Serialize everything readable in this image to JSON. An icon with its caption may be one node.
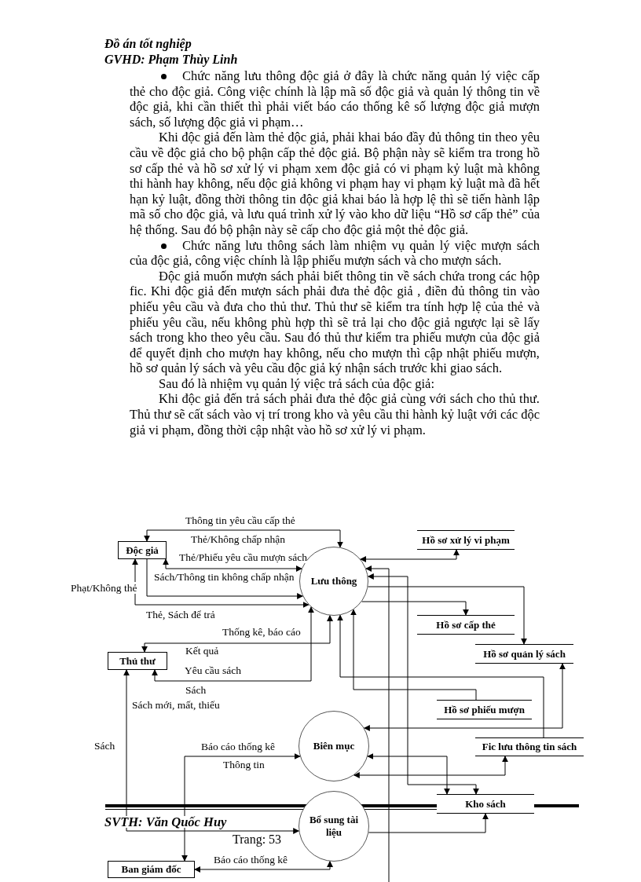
{
  "diagram": {
    "nodes": [
      {
        "text": [
          "Độc giả"
        ]
      },
      {
        "text": [
          "Lưu thông"
        ]
      },
      {
        "text": [
          "Hồ sơ xử lý vi phạm"
        ]
      },
      {
        "text": [
          "Hồ sơ cấp thẻ"
        ]
      },
      {
        "text": [
          "Hồ sơ quản lý sách"
        ]
      },
      {
        "text": [
          "Thủ thư"
        ]
      },
      {
        "text": [
          "Hồ sơ phiếu mượn"
        ]
      },
      {
        "text": [
          "Biên mục"
        ]
      },
      {
        "text": [
          "Fic lưu thông tin sách"
        ]
      },
      {
        "text": [
          "Kho sách"
        ]
      },
      {
        "text": [
          "Bổ sung tài liệu"
        ]
      },
      {
        "text": [
          "Ban giám đốc"
        ]
      }
    ],
    "edges": [
      {
        "from": 0,
        "to": 1,
        "arrow": "both",
        "label": "Thông tin yêu cầu cấp thẻ"
      },
      {
        "from": 0,
        "to": 1,
        "arrow": "both",
        "label": "Thẻ/Phiếu yêu cầu mượn sách"
      },
      {
        "from": 0,
        "to": 1,
        "arrow": "to"
      },
      {
        "from": 0,
        "to": 1,
        "arrow": "both",
        "label": "Phạt/Không thẻ"
      },
      {
        "from": 5,
        "to": 1,
        "arrow": "both",
        "label": "Yêu cầu sách"
      },
      {
        "from": 1,
        "to": 5,
        "arrow": "both",
        "label": "Thống kê, báo cáo"
      },
      {
        "from": 1,
        "to": 2,
        "arrow": "both"
      },
      {
        "from": null,
        "to": 1,
        "arrow": "to"
      },
      {
        "from": 9,
        "to": 1,
        "arrow": "both"
      },
      {
        "from": 1,
        "to": 4,
        "arrow": "to"
      },
      {
        "from": 1,
        "to": 3,
        "arrow": "to"
      },
      {
        "from": 6,
        "to": 1,
        "arrow": "to"
      },
      {
        "from": 8,
        "to": 1,
        "arrow": "to"
      },
      {
        "from": 4,
        "to": 7,
        "arrow": "both"
      },
      {
        "from": 9,
        "to": 7,
        "arrow": "both"
      },
      {
        "from": 8,
        "to": 7,
        "arrow": "both"
      },
      {
        "from": 5,
        "to": 10,
        "arrow": "both",
        "label": "Sách"
      },
      {
        "from": 11,
        "to": 7,
        "arrow": "both",
        "label": "Báo cáo thống kê"
      },
      {
        "from": 11,
        "to": 10,
        "arrow": "both",
        "label": "Báo cáo thống kê"
      },
      {
        "from": 10,
        "to": 9,
        "arrow": "to"
      }
    ],
    "labels": [
      "Đồ án tốt nghiệp",
      "GVHD: Phạm Thùy Linh",
      "Chức năng lưu thông độc giả ở đây là chức năng quản lý việc cấp thẻ cho độc giả. Công việc chính là lập mã số độc giả và quản lý thông tin về độc giả, khi cần thiết thì phải viết báo cáo thống kê số lượng độc giả mượn sách, số lượng độc giả vi phạm…",
      "Khi độc giả đến làm thẻ độc giả, phải khai báo đầy đủ thông tin theo yêu cầu về độc giả cho bộ phận cấp thẻ độc giả. Bộ phận này sẽ kiểm tra trong hồ sơ cấp thẻ và hồ sơ xử lý vi phạm xem độc giả có vi phạm kỷ luật mà không thi hành hay không, nếu độc giả không vi phạm hay vi phạm kỷ luật mà đã hết hạn kỷ luật, đồng thời thông tin độc giả khai báo là hợp lệ thì sẽ tiến hành lập mã số cho độc giả, và lưu quá trình xử lý vào kho dữ liệu “Hồ sơ cấp thẻ” của hệ thống. Sau đó bộ phận này sẽ cấp cho độc giả một thẻ độc giả.",
      "Chức năng lưu thông sách làm nhiệm vụ quản lý việc mượn sách của độc giả, công việc chính là lập phiếu mượn sách và cho mượn sách.",
      "Độc giả muốn mượn sách phải biết thông tin về sách chứa trong các hộp fic. Khi độc giả đến mượn sách phải đưa thẻ độc giả , điền đủ thông tin vào phiếu yêu cầu và đưa cho thủ thư. Thủ thư sẽ kiểm tra tính hợp lệ của thẻ và phiếu yêu cầu, nếu không phù hợp thì sẽ trả lại cho độc giả ngược lại sẽ lấy sách trong kho theo yêu cầu. Sau đó thủ thư kiểm tra phiếu mượn của độc giả để quyết định cho mượn hay không, nếu cho mượn thì cập nhật phiếu mượn, hồ sơ quản lý sách và yêu cầu độc giả ký nhận sách trước khi giao sách.",
      "Sau đó là nhiệm vụ quản lý việc trả sách của độc giả:",
      "Khi độc giả đến trả sách phải đưa thẻ độc giả cùng với sách cho thủ thư. Thủ thư sẽ cất sách vào vị trí trong kho và yêu cầu thi hành kỷ luật với các độc giả vi phạm, đồng thời cập nhật vào hồ sơ xử lý vi phạm.",
      "Thẻ/Không chấp nhận",
      "Sách/Thông tin không chấp nhận",
      "Thẻ, Sách để trả",
      "Kết quả",
      "Sách",
      "Sách mới, mất, thiếu",
      "Thông tin",
      "SVTH: Văn Quốc Huy",
      "Trang: 53"
    ]
  }
}
